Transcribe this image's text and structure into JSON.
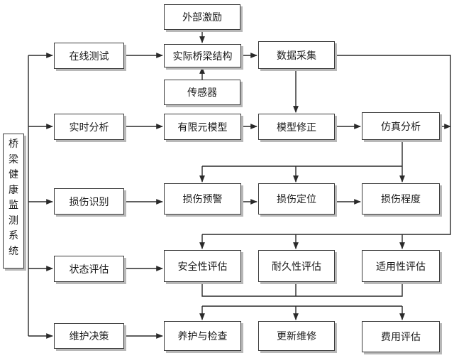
{
  "system_label": [
    "桥",
    "梁",
    "健",
    "康",
    "监",
    "测",
    "系",
    "统"
  ],
  "rows": {
    "row1": {
      "category": "在线测试",
      "items": [
        "实际桥梁结构",
        "数据采集"
      ],
      "top": "外部激励",
      "bottom": "传感器"
    },
    "row2": {
      "category": "实时分析",
      "items": [
        "有限元模型",
        "模型修正",
        "仿真分析"
      ]
    },
    "row3": {
      "category": "损伤识别",
      "items": [
        "损伤预警",
        "损伤定位",
        "损伤程度"
      ]
    },
    "row4": {
      "category": "状态评估",
      "items": [
        "安全性评估",
        "耐久性评估",
        "适用性评估"
      ]
    },
    "row5": {
      "category": "维护决策",
      "items": [
        "养护与检查",
        "更新维修",
        "费用评估"
      ]
    }
  }
}
